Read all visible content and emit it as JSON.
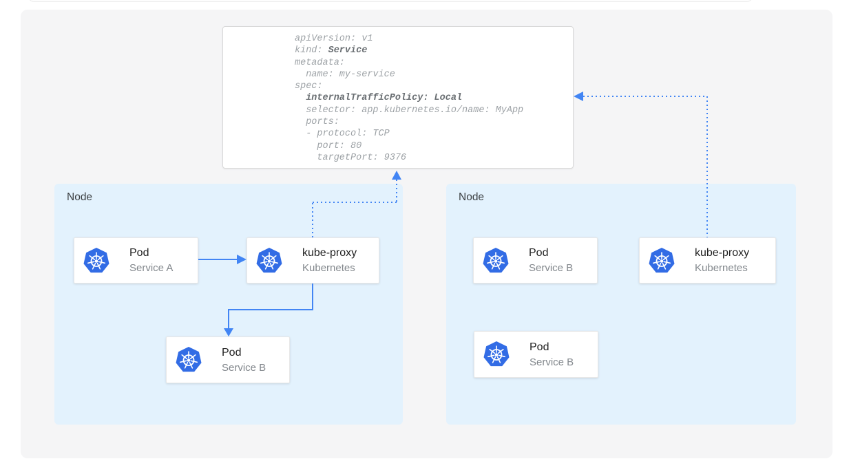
{
  "code_box": {
    "lines": [
      {
        "pre": "apiVersion: v1"
      },
      {
        "pre": "kind: ",
        "bold": "Service"
      },
      {
        "pre": "metadata:"
      },
      {
        "pre": "  name: my-service"
      },
      {
        "pre": "spec:"
      },
      {
        "pre": "  ",
        "bold": "internalTrafficPolicy: Local"
      },
      {
        "pre": "  selector: app.kubernetes.io/name: MyApp"
      },
      {
        "pre": "  ports:"
      },
      {
        "pre": "  - protocol: TCP"
      },
      {
        "pre": "    port: 80"
      },
      {
        "pre": "    targetPort: 9376"
      }
    ]
  },
  "nodes": [
    {
      "label": "Node",
      "cards": [
        {
          "title": "Pod",
          "subtitle": "Service A"
        },
        {
          "title": "kube-proxy",
          "subtitle": "Kubernetes"
        },
        {
          "title": "Pod",
          "subtitle": "Service B"
        }
      ]
    },
    {
      "label": "Node",
      "cards": [
        {
          "title": "Pod",
          "subtitle": "Service B"
        },
        {
          "title": "Pod",
          "subtitle": "Service B"
        },
        {
          "title": "kube-proxy",
          "subtitle": "Kubernetes"
        }
      ]
    }
  ],
  "icons": {
    "kubernetes": "kubernetes-helm-wheel"
  },
  "colors": {
    "arrow_blue": "#4285f4",
    "node_background": "#e3f2fd",
    "kubernetes_blue": "#326ce5",
    "canvas_background": "#f5f5f6",
    "code_text": "#9da2a6",
    "code_text_bold": "#696e72"
  }
}
